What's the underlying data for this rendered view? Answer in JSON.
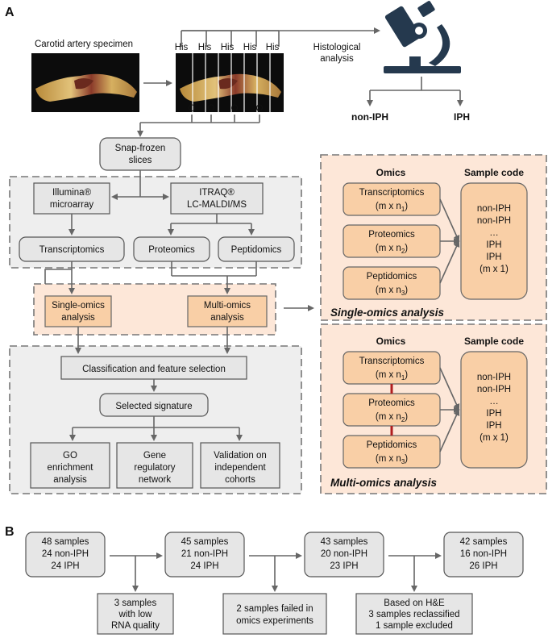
{
  "panel_a": {
    "label": "A",
    "specimen_label": "Carotid artery specimen",
    "his_label": "His",
    "o_label": "O",
    "histology_label_1": "Histological",
    "histology_label_2": "analysis",
    "non_iph": "non-IPH",
    "iph": "IPH",
    "snap_frozen_1": "Snap-frozen",
    "snap_frozen_2": "slices",
    "illumina_1": "Illumina®",
    "illumina_2": "microarray",
    "itraq_1": "ITRAQ®",
    "itraq_2": "LC-MALDI/MS",
    "transcriptomics": "Transcriptomics",
    "proteomics": "Proteomics",
    "peptidomics": "Peptidomics",
    "single_omics_1": "Single-omics",
    "single_omics_2": "analysis",
    "multi_omics_1": "Multi-omics",
    "multi_omics_2": "analysis",
    "classification": "Classification and feature selection",
    "selected_signature": "Selected signature",
    "go_1": "GO",
    "go_2": "enrichment",
    "go_3": "analysis",
    "gene_1": "Gene",
    "gene_2": "regulatory",
    "gene_3": "network",
    "valid_1": "Validation on",
    "valid_2": "independent",
    "valid_3": "cohorts"
  },
  "omics_panel": {
    "omics_header": "Omics",
    "sample_code_header": "Sample code",
    "transcriptomics": "Transcriptomics",
    "proteomics": "Proteomics",
    "peptidomics": "Peptidomics",
    "dim1": "(m x n",
    "dim_close": ")",
    "sub1": "1",
    "sub2": "2",
    "sub3": "3",
    "codes": [
      "non-IPH",
      "non-IPH",
      "…",
      "IPH",
      "IPH",
      "(m x 1)"
    ],
    "single_title": "Single-omics analysis",
    "multi_title": "Multi-omics analysis"
  },
  "panel_b": {
    "label": "B",
    "stages": [
      {
        "samples": "48 samples",
        "non_iph": "24 non-IPH",
        "iph": "24 IPH"
      },
      {
        "samples": "45 samples",
        "non_iph": "21 non-IPH",
        "iph": "24 IPH"
      },
      {
        "samples": "43 samples",
        "non_iph": "20 non-IPH",
        "iph": "23 IPH"
      },
      {
        "samples": "42 samples",
        "non_iph": "16 non-IPH",
        "iph": "26 IPH"
      }
    ],
    "excl_1": {
      "l1": "3 samples",
      "l2": "with low",
      "l3": "RNA quality"
    },
    "excl_2": {
      "l1": "2 samples failed in",
      "l2": "omics experiments"
    },
    "excl_3": {
      "l1": "Based on H&E",
      "l2": "3 samples reclassified",
      "l3": "1 sample excluded"
    }
  },
  "colors": {
    "orange_fill": "#f9cfa6",
    "orange_panel": "#fde7d8",
    "gray_fill": "#e6e6e6",
    "microscope": "#25394e",
    "red_link": "#b01e1e"
  }
}
